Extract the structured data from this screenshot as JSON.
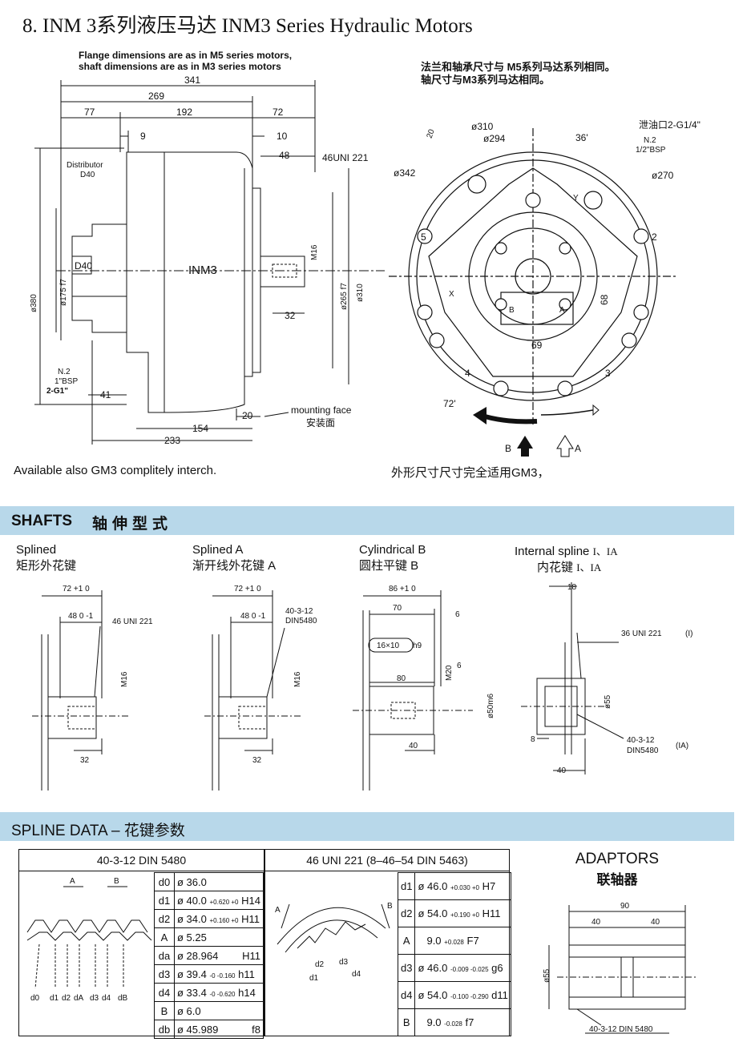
{
  "page": {
    "title": "8. INM 3系列液压马达  INM3 Series Hydraulic Motors"
  },
  "main_drawing": {
    "note_en": [
      "Flange dimensions are as in M5 series motors,",
      "shaft dimensions are as in M3 series motors"
    ],
    "note_cn": [
      "法兰和轴承尺寸与 M5系列马达系列相同。",
      "轴尺寸与M3系列马达相同。"
    ],
    "dims": {
      "d341": "341",
      "d269": "269",
      "d77": "77",
      "d192": "192",
      "d72": "72",
      "d9": "9",
      "d10": "10",
      "d48": "48",
      "uni": "46UNI 221",
      "distributor": "Distributor",
      "d40": "D40",
      "d40box": "D40",
      "model": "INM3",
      "m16": "M16",
      "d380": "ø380",
      "d175": "ø175 f7",
      "d265": "ø265 f7",
      "d310": "ø310",
      "d32": "32",
      "n2": "N.2",
      "bsp1": "1\"BSP",
      "g1": "2-G1\"",
      "d41": "41",
      "d20": "20",
      "d154": "154",
      "d233": "233",
      "mounting_en": "mounting face",
      "mounting_cn": "安装面"
    },
    "front_dims": {
      "p310": "ø310",
      "p294": "ø294",
      "p342": "ø342",
      "p270": "ø270",
      "a20": "20",
      "a36": "36'",
      "drain": "泄油口2-G1/4\"",
      "n2": "N.2",
      "bsp": "1/2\"BSP",
      "d68": "68",
      "d69": "69",
      "a72": "72'",
      "label_b": "B",
      "label_a": "A",
      "x": "X",
      "y": "Y",
      "n5": "5",
      "n2s": "2",
      "n4": "4",
      "n3": "3"
    },
    "available_en": "Available also  GM3  complitely interch.",
    "available_cn": "外形尺寸尺寸完全适用GM3，"
  },
  "shafts": {
    "band_en": "SHAFTS",
    "band_cn": "轴伸型式",
    "items": [
      {
        "name_en": "Splined",
        "name_cn": "矩形外花键",
        "dims": [
          "72 +1 0",
          "48 0 -1",
          "46 UNI 221",
          "M16",
          "32"
        ]
      },
      {
        "name_en": "Splined  A",
        "name_cn": "渐开线外花键  A",
        "dims": [
          "72 +1 0",
          "48 0 -1",
          "40-3-12",
          "DIN5480",
          "M16",
          "32"
        ]
      },
      {
        "name_en": "Cylindrical  B",
        "name_cn": "圆柱平键  B",
        "dims": [
          "86 +1 0",
          "70",
          "6",
          "16×10",
          "h9",
          "80",
          "M20",
          "6",
          "ø50m6",
          "40"
        ]
      },
      {
        "name_en": "Internal spline",
        "name_suffix": "I、IA",
        "name_cn": "内花键",
        "dims": [
          "18",
          "36 UNI 221",
          "(I)",
          "ø55",
          "8",
          "40-3-12",
          "DIN5480",
          "(IA)",
          "40"
        ]
      }
    ]
  },
  "spline_data": {
    "band": "SPLINE DATA – 花键参数",
    "table1": {
      "header": "40-3-12 DIN 5480",
      "rows": [
        {
          "k": "d0",
          "v": "ø 36.0",
          "tol": "",
          "cls": ""
        },
        {
          "k": "d1",
          "v": "ø 40.0",
          "tol": "+0.620 +0",
          "cls": "H14"
        },
        {
          "k": "d2",
          "v": "ø 34.0",
          "tol": "+0.160 +0",
          "cls": "H11"
        },
        {
          "k": "A",
          "v": "ø 5.25",
          "tol": "",
          "cls": ""
        },
        {
          "k": "da",
          "v": "ø 28.964",
          "tol": "",
          "cls": "H11"
        },
        {
          "k": "d3",
          "v": "ø 39.4",
          "tol": "-0 -0.160",
          "cls": "h11"
        },
        {
          "k": "d4",
          "v": "ø 33.4",
          "tol": "-0 -0.620",
          "cls": "h14"
        },
        {
          "k": "B",
          "v": "ø 6.0",
          "tol": "",
          "cls": ""
        },
        {
          "k": "db",
          "v": "ø 45.989",
          "tol": "",
          "cls": "f8"
        }
      ],
      "diagram_labels": [
        "A",
        "B",
        "d0",
        "d1",
        "d2",
        "dA",
        "d3",
        "d4",
        "dB"
      ]
    },
    "table2": {
      "header": "46 UNI 221  (8–46–54 DIN 5463)",
      "rows": [
        {
          "k": "d1",
          "v": "ø 46.0",
          "tol": "+0.030 +0",
          "cls": "H7"
        },
        {
          "k": "d2",
          "v": "ø 54.0",
          "tol": "+0.190 +0",
          "cls": "H11"
        },
        {
          "k": "A",
          "v": "9.0",
          "tol": "+0.028",
          "cls": "F7"
        },
        {
          "k": "d3",
          "v": "ø 46.0",
          "tol": "-0.009 -0.025",
          "cls": "g6"
        },
        {
          "k": "d4",
          "v": "ø 54.0",
          "tol": "-0.100 -0.290",
          "cls": "d11"
        },
        {
          "k": "B",
          "v": "9.0",
          "tol": "-0.028",
          "cls": "f7"
        }
      ],
      "diagram_labels": [
        "A",
        "B",
        "d2",
        "d1",
        "d3",
        "d4"
      ]
    },
    "adaptors": {
      "title_en": "ADAPTORS",
      "title_cn": "联轴器",
      "dims": [
        "90",
        "40",
        "40",
        "ø55",
        "40-3-12  DIN 5480"
      ]
    }
  }
}
